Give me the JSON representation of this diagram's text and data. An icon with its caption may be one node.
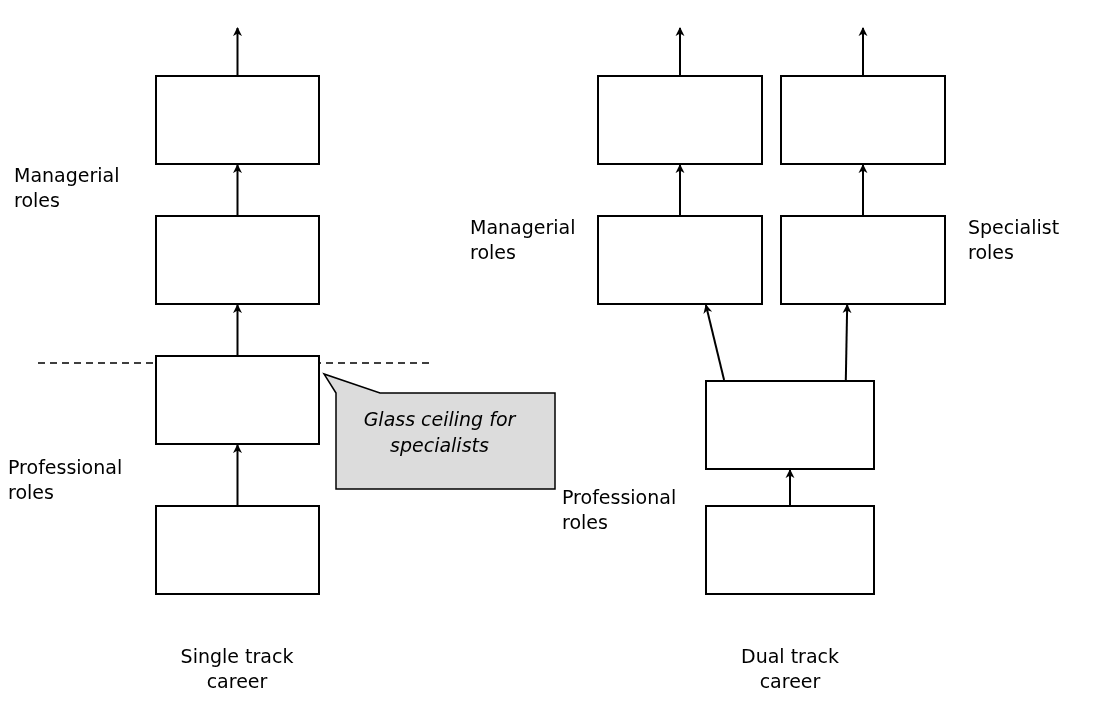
{
  "diagram": {
    "nodes": [
      {
        "text": [],
        "shape": "box"
      },
      {
        "text": [],
        "shape": "box"
      },
      {
        "text": [],
        "shape": "box"
      },
      {
        "text": [],
        "shape": "box",
        "beside": [
          "Single track career"
        ]
      },
      {
        "text": [
          "Glass ceiling for specialists"
        ]
      },
      {
        "text": [],
        "shape": "box"
      },
      {
        "text": [],
        "shape": "box"
      },
      {
        "text": [],
        "shape": "box",
        "beside": [
          "Managerial roles"
        ]
      },
      {
        "text": [],
        "shape": "box",
        "beside": [
          "Specialist roles"
        ]
      },
      {
        "text": [],
        "shape": "box"
      },
      {
        "text": [],
        "shape": "box",
        "beside": [
          "Dual track career"
        ]
      }
    ],
    "edges": [
      {
        "from": 3,
        "to": 2,
        "arrow": "to"
      },
      {
        "from": 2,
        "to": 1,
        "arrow": "to"
      },
      {
        "from": 1,
        "to": 0,
        "arrow": "to"
      },
      {
        "from": 0,
        "to": null,
        "arrow": "to"
      },
      {
        "from": 10,
        "to": 9,
        "arrow": "to"
      },
      {
        "from": 9,
        "to": 7,
        "arrow": "to"
      },
      {
        "from": 9,
        "to": 8,
        "arrow": "to"
      },
      {
        "from": 7,
        "to": 5,
        "arrow": "to"
      },
      {
        "from": 8,
        "to": 6,
        "arrow": "to"
      },
      {
        "from": 5,
        "to": null,
        "arrow": "to"
      },
      {
        "from": 6,
        "to": null,
        "arrow": "to"
      }
    ],
    "labels": [
      "Managerial roles",
      "Professional roles",
      "Professional roles"
    ]
  }
}
